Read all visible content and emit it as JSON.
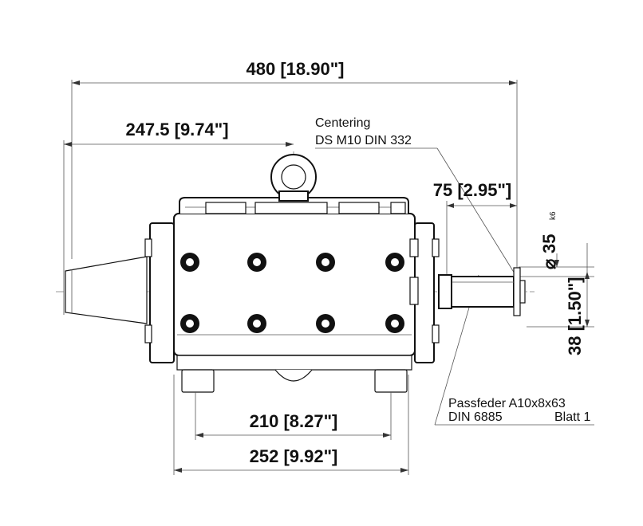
{
  "dimensions": {
    "overall_length": "480 [18.90\"]",
    "cone_to_center": "247.5 [9.74\"]",
    "shaft_length": "75 [2.95\"]",
    "shaft_diameter": "35",
    "shaft_tolerance": "k6",
    "shaft_height": "38 [1.50\"]",
    "foot_inner": "210 [8.27\"]",
    "foot_outer": "252 [9.92\"]"
  },
  "notes": {
    "centering_title": "Centering",
    "centering_spec": "DS M10 DIN 332",
    "key_line1": "Passfeder A10x8x63",
    "key_line2_a": "DIN 6885",
    "key_line2_b": "Blatt 1"
  }
}
